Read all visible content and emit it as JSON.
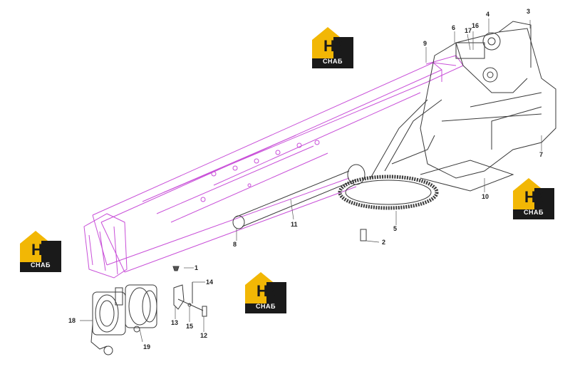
{
  "diagram": {
    "callouts": {
      "c1": "1",
      "c2": "2",
      "c3": "3",
      "c4": "4",
      "c5": "5",
      "c6": "6",
      "c7": "7",
      "c8": "8",
      "c9": "9",
      "c10": "10",
      "c11": "11",
      "c12": "12",
      "c13": "13",
      "c14": "14",
      "c15": "15",
      "c16": "16",
      "c17": "17",
      "c18": "18",
      "c19": "19"
    },
    "colors": {
      "boom_highlight": "#c84fd8",
      "line_art": "#3a3a3a",
      "logo_gold": "#f2b705",
      "logo_dark": "#1a1a1a"
    }
  },
  "watermark": {
    "mark": "H3",
    "caption": "СНАБ"
  }
}
